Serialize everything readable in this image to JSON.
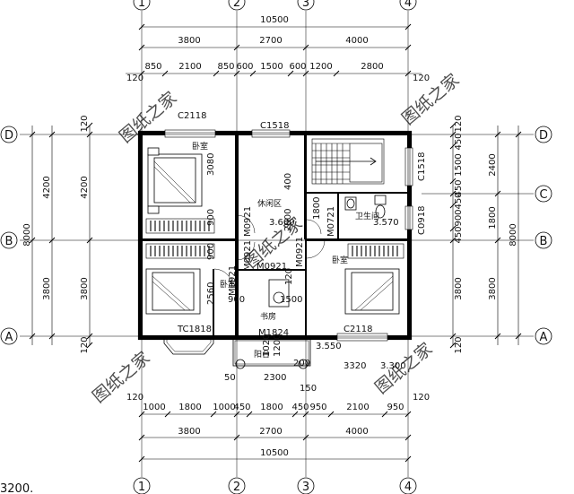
{
  "overall": {
    "top": "10500",
    "bottom": "10500",
    "left": "8000",
    "right": "8000"
  },
  "top_dims_row1": [
    "3800",
    "2700",
    "4000"
  ],
  "top_dims_row2": [
    "850",
    "2100",
    "850",
    "600",
    "1500",
    "600",
    "1200",
    "2800"
  ],
  "bottom_dims_row1": [
    "1000",
    "1800",
    "1000",
    "450",
    "1800",
    "450",
    "950",
    "2100",
    "950"
  ],
  "bottom_dims_row2": [
    "3800",
    "2700",
    "4000"
  ],
  "left_dims_outer": [
    "4200",
    "3800"
  ],
  "left_dims_inner": [
    "120",
    "4200",
    "3800",
    "120"
  ],
  "right_dims_inner": [
    "120",
    "450",
    "1500",
    "450",
    "450",
    "900",
    "450",
    "3800",
    "120"
  ],
  "right_dims_outer": [
    "2400",
    "1800",
    "3800"
  ],
  "misc_dims": [
    "120",
    "120",
    "120",
    "120",
    "3.600",
    "3.570",
    "3.550",
    "3.300",
    "3320",
    "2300",
    "50",
    "150",
    "400",
    "900",
    "900",
    "1500",
    "2560",
    "3080",
    "1020",
    "1200",
    "120",
    "900",
    "1800",
    "2000",
    "200"
  ],
  "axes": {
    "columns": [
      "1",
      "2",
      "3",
      "4"
    ],
    "rows": [
      "D",
      "C",
      "B",
      "A"
    ]
  },
  "rooms": {
    "bedroom_nw": "卧室",
    "bedroom_sw": "卧室",
    "bedroom_se": "卧室",
    "lounge": "休闲区",
    "bathroom": "卫生间",
    "study": "书房",
    "balcony": "阳台"
  },
  "codes": {
    "c2118_top": "C2118",
    "c1518_top": "C1518",
    "c1518_right": "C1518",
    "c0918": "C0918",
    "c2118_bottom": "C2118",
    "tc1818": "TC1818",
    "m1824": "M1824",
    "m0921_a": "M0921",
    "m0921_b": "M0921",
    "m0921_c": "M0921",
    "m0921_d": "M0921",
    "m0921_e": "M0921",
    "m0721": "M0721"
  },
  "watermark": "图纸之家",
  "caption": "3200."
}
